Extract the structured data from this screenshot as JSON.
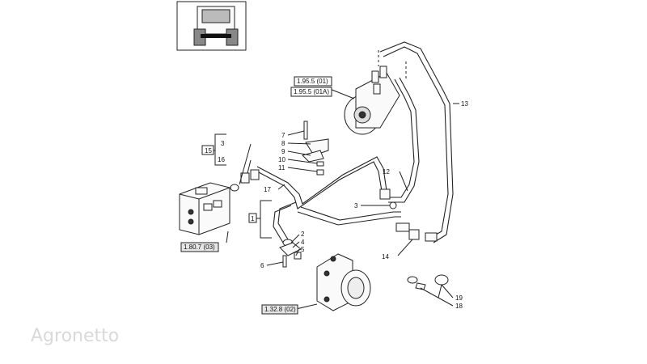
{
  "callouts": {
    "c1": "1",
    "c2": "2",
    "c3a": "3",
    "c3b": "3",
    "c4": "4",
    "c5": "5",
    "c6": "6",
    "c7": "7",
    "c8": "8",
    "c9": "9",
    "c10": "10",
    "c11": "11",
    "c12": "12",
    "c13": "13",
    "c14": "14",
    "c15": "15",
    "c16": "16",
    "c17": "17",
    "c18": "18",
    "c19": "19"
  },
  "references": {
    "ref_195_01": "1.95.5 (01)",
    "ref_195_01a": "1.95.5 (01A)",
    "ref_180": "1.80.7 (03)",
    "ref_132": "1.32.8 (02)"
  },
  "watermark": "Agronetto",
  "colors": {
    "line": "#222222",
    "ref_box": "#e6e6e6",
    "watermark": "#d9d9d9"
  }
}
